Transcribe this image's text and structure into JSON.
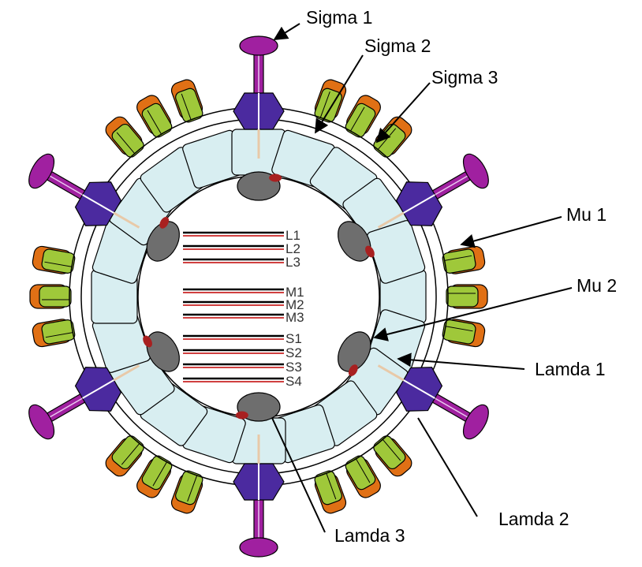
{
  "labels": {
    "sigma1": "Sigma 1",
    "sigma2": "Sigma 2",
    "sigma3": "Sigma 3",
    "mu1": "Mu 1",
    "mu2": "Mu 2",
    "lamda1": "Lamda 1",
    "lamda2": "Lamda 2",
    "lamda3": "Lamda 3"
  },
  "genome_segments": [
    "L1",
    "L2",
    "L3",
    "M1",
    "M2",
    "M3",
    "S1",
    "S2",
    "S3",
    "S4"
  ],
  "colors": {
    "sigma1": "#a020a0",
    "lamda2_turret": "#4b2a9f",
    "sigma3_outer": "#e07015",
    "mu1_green": "#9fc83a",
    "core_cell": "#d8eef1",
    "lamda3": "#6e6e6e",
    "sigma2": "#f0e400",
    "genome_black": "#000000",
    "genome_red": "#c00000"
  }
}
